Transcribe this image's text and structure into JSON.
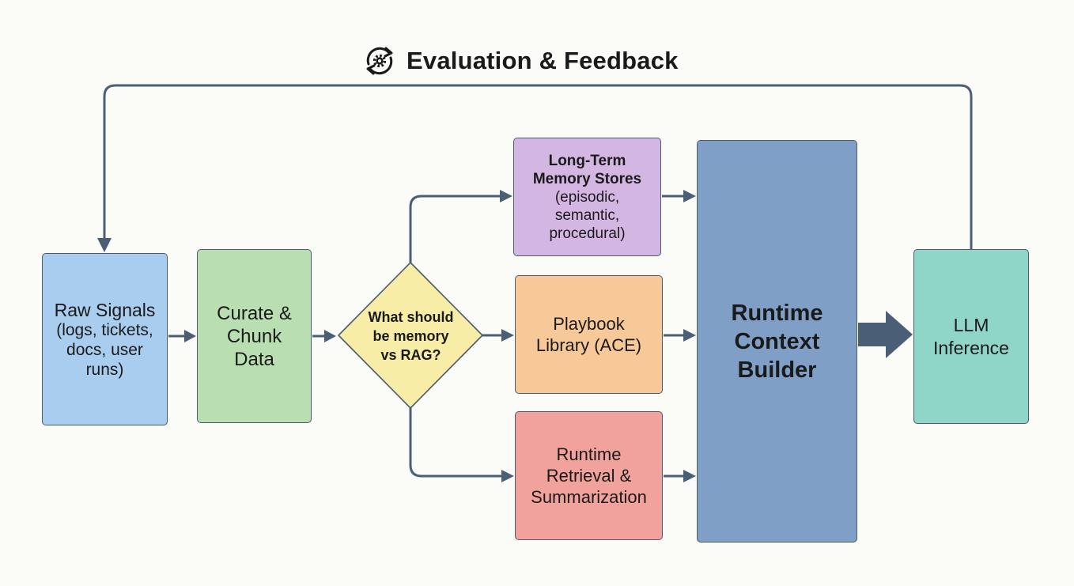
{
  "title": {
    "text": "Evaluation & Feedback",
    "icon": "refresh-gear-icon"
  },
  "nodes": {
    "raw_signals": {
      "title": "Raw Signals",
      "detail": "(logs, tickets, docs, user runs)"
    },
    "curate": {
      "label": "Curate & Chunk Data"
    },
    "decision": {
      "label": "What should be memory vs RAG?"
    },
    "long_term_memory": {
      "title": "Long-Term Memory Stores",
      "detail": "(episodic, semantic, procedural)"
    },
    "playbook": {
      "label": "Playbook Library (ACE)"
    },
    "retrieval": {
      "label": "Runtime Retrieval & Summarization"
    },
    "context_builder": {
      "label": "Runtime Context Builder"
    },
    "llm": {
      "label": "LLM Inference"
    }
  },
  "colors": {
    "raw_signals": "#a9cdef",
    "curate": "#b9deb1",
    "decision": "#f8eda6",
    "long_term_memory": "#d4b6e2",
    "playbook": "#f8c998",
    "retrieval": "#f2a29c",
    "context_builder": "#7f9fc7",
    "llm": "#8fd6c8",
    "connector": "#4a5f76"
  }
}
